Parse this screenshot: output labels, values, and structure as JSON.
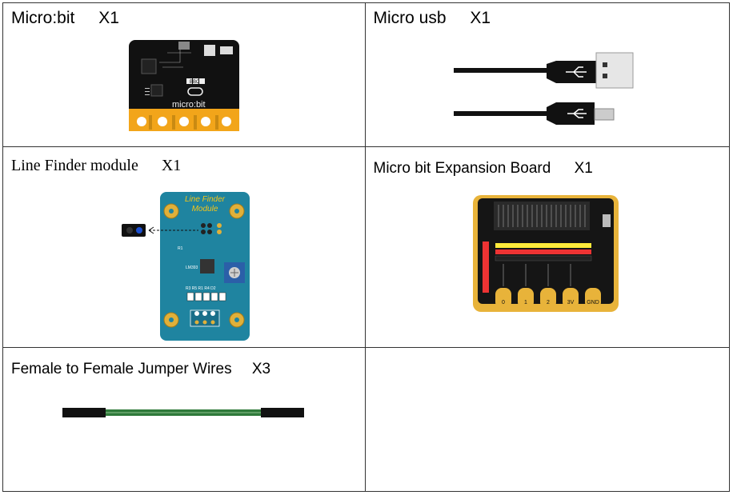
{
  "items": [
    {
      "name": "Micro:bit",
      "qty": "X1",
      "image": "microbit-board"
    },
    {
      "name": "Micro usb",
      "qty": "X1",
      "image": "micro-usb-cable"
    },
    {
      "name": "Line Finder module",
      "qty": "X1",
      "image": "line-finder-module",
      "image_text": {
        "title_line1": "Line Finder",
        "title_line2": "Module",
        "chip": "LM393",
        "resistors": "R3 R5 R1 R4 D2",
        "r": "R1"
      }
    },
    {
      "name": "Micro bit Expansion Board",
      "qty": "X1",
      "image": "expansion-board",
      "image_text": {
        "pins": [
          "0",
          "1",
          "2",
          "3V",
          "GND"
        ]
      }
    },
    {
      "name": "Female to Female Jumper Wires",
      "qty": "X3",
      "image": "jumper-wire"
    }
  ],
  "microbit_image_text": {
    "logo": "micro:bit",
    "bbc": "BBC"
  },
  "colors": {
    "border": "#333333",
    "pcb_black": "#111111",
    "gold": "#f2a51a",
    "module_teal": "#1f84a0",
    "wire_green": "#2f7a3a"
  }
}
